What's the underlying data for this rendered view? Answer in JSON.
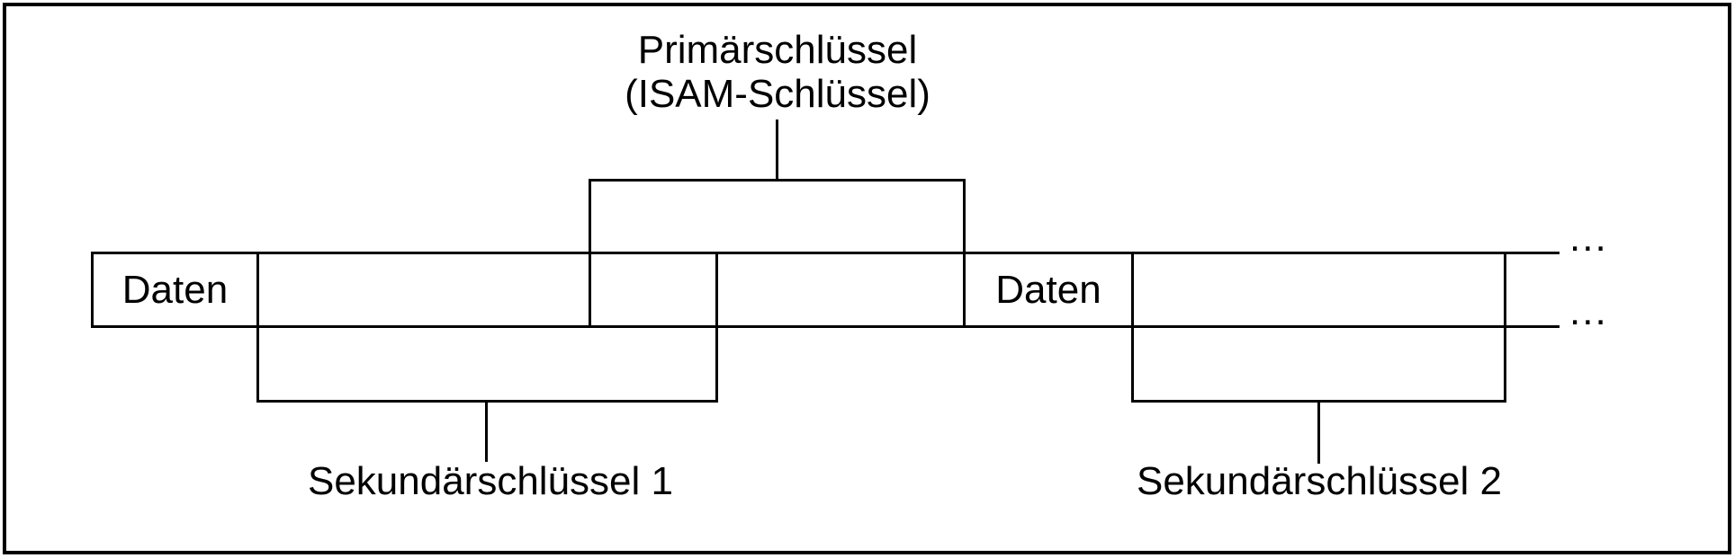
{
  "canvas": {
    "background": "#ffffff",
    "line_color": "#000000",
    "text_color": "#000000"
  },
  "labels": {
    "primary_key": {
      "line1": "Primärschlüssel",
      "line2": "(ISAM-Schlüssel)"
    },
    "data_cell_left": "Daten",
    "data_cell_right": "Daten",
    "secondary_key_1": "Sekundärschlüssel 1",
    "secondary_key_2": "Sekundärschlüssel 2",
    "continuation_top": "...",
    "continuation_bottom": "..."
  }
}
